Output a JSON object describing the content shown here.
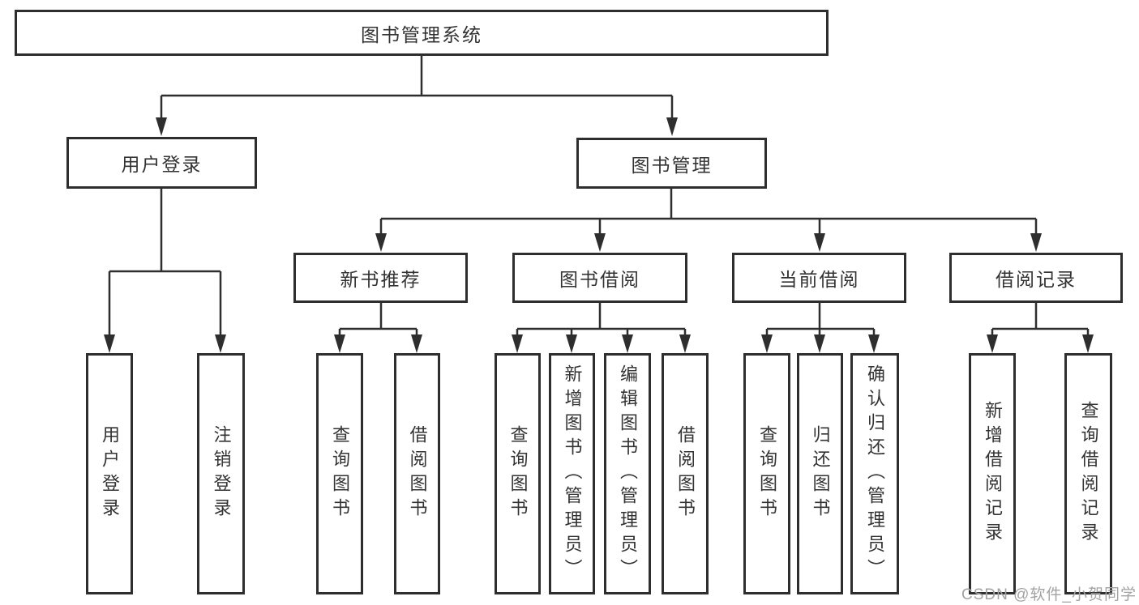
{
  "colors": {
    "line": "#2e2e2e",
    "text": "#333333",
    "box_fill": "#ffffff",
    "watermark": "#a3a3a3",
    "background": "#ffffff"
  },
  "diagram": {
    "root": {
      "label": "图书管理系统"
    },
    "level2": [
      {
        "label": "用户登录"
      },
      {
        "label": "图书管理"
      }
    ],
    "level3": [
      {
        "label": "新书推荐"
      },
      {
        "label": "图书借阅"
      },
      {
        "label": "当前借阅"
      },
      {
        "label": "借阅记录"
      }
    ],
    "leaves": {
      "user_login": [
        {
          "label": "用户登录"
        },
        {
          "label": "注销登录"
        }
      ],
      "new_book": [
        {
          "label": "查询图书"
        },
        {
          "label": "借阅图书"
        }
      ],
      "book_borrow": [
        {
          "label": "查询图书"
        },
        {
          "label": "新增图书（管理员）"
        },
        {
          "label": "编辑图书（管理员）"
        },
        {
          "label": "借阅图书"
        }
      ],
      "current_borrow": [
        {
          "label": "查询图书"
        },
        {
          "label": "归还图书"
        },
        {
          "label": "确认归还（管理员）"
        }
      ],
      "borrow_records": [
        {
          "label": "新增借阅记录"
        },
        {
          "label": "查询借阅记录"
        }
      ]
    }
  },
  "watermark": {
    "text": "CSDN @软件_小贺同学"
  }
}
